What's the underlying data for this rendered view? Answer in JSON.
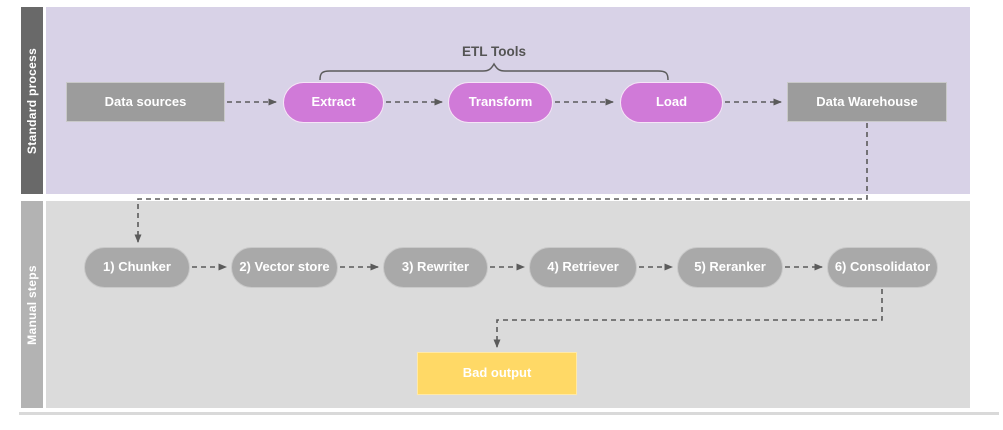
{
  "diagram": {
    "lanes": [
      {
        "label": "Standard process"
      },
      {
        "label": "Manual steps"
      }
    ],
    "annotation": {
      "label": "ETL Tools"
    },
    "standard_process": {
      "data_sources": "Data sources",
      "extract": "Extract",
      "transform": "Transform",
      "load": "Load",
      "data_warehouse": "Data Warehouse"
    },
    "manual_steps": {
      "chunker": "1) Chunker",
      "vector_store": "2) Vector store",
      "rewriter": "3) Rewriter",
      "retriever": "4) Retriever",
      "reranker": "5) Reranker",
      "consolidator": "6) Consolidator"
    },
    "output": {
      "bad_output": "Bad output"
    }
  },
  "theme": {
    "lane1_header": "#696969",
    "lane1_body": "#d8d2e7",
    "lane2_header": "#b3b3b3",
    "lane2_body": "#dbdbdb",
    "gray_node": "#9c9c9c",
    "gray_pill": "#a9a9a9",
    "magenta_pill": "#d07ad8",
    "yellow_node": "#ffd966",
    "connector": "#5b5b5b",
    "annotation_text": "#545454"
  }
}
